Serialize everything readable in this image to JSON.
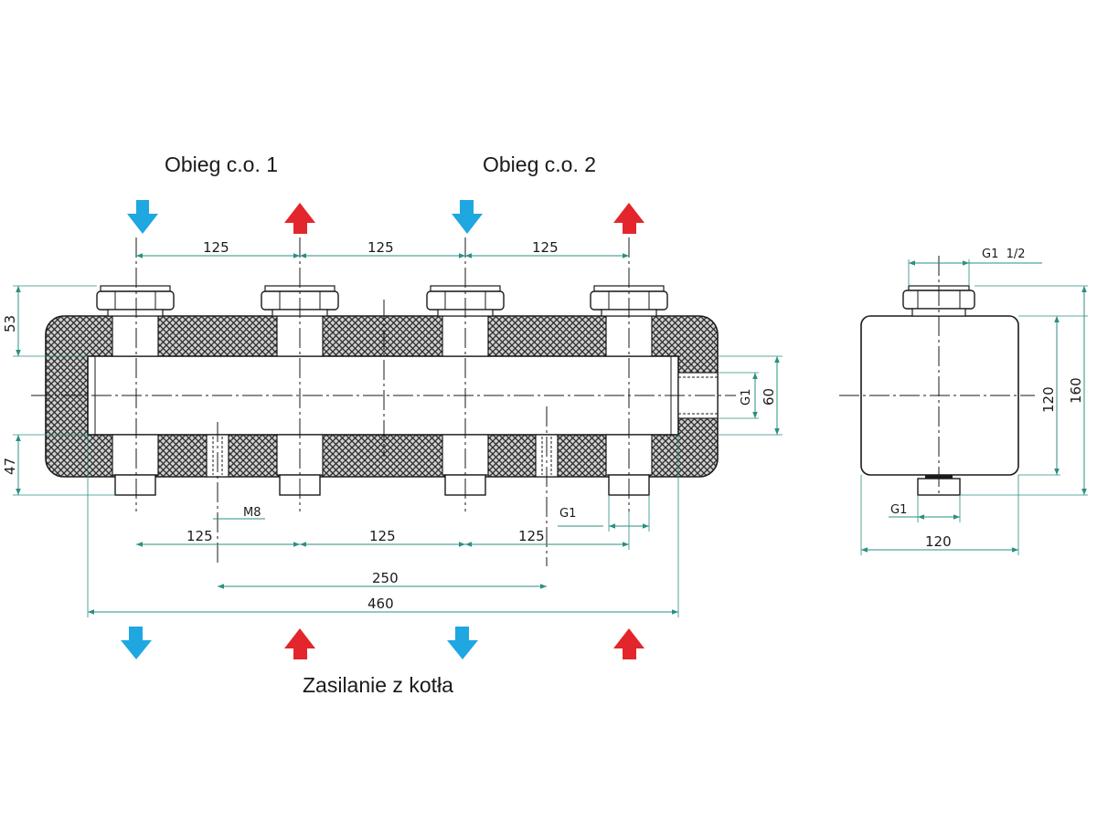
{
  "labels": {
    "circuit1": "Obieg c.o. 1",
    "circuit2": "Obieg c.o. 2",
    "supply": "Zasilanie z kotła"
  },
  "dimensions": {
    "top_spacing_1": "125",
    "top_spacing_2": "125",
    "top_spacing_3": "125",
    "height_top": "53",
    "height_bottom": "47",
    "thread_m8": "M8",
    "thread_g1_bottom": "G1",
    "bottom_spacing_1": "125",
    "bottom_spacing_2": "125",
    "bottom_spacing_3": "125",
    "span_250": "250",
    "span_460": "460",
    "side_port_thread": "G1",
    "side_port_height": "60",
    "side_thread_top": "G1  1/2",
    "side_height_120": "120",
    "side_height_160": "160",
    "side_thread_bottom": "G1",
    "side_width_120": "120"
  },
  "colors": {
    "cold_arrow": "#1ea7e1",
    "hot_arrow": "#e3262b",
    "dimension_line": "#2b8f82",
    "outline": "#1a1a1a"
  },
  "icons": {
    "cold": "arrow-down-blue-icon",
    "hot": "arrow-up-red-icon"
  }
}
